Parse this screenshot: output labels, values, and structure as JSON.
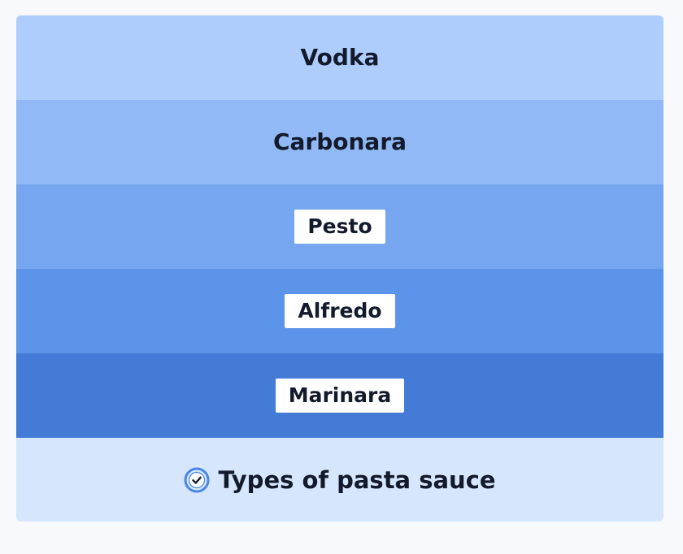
{
  "items": [
    {
      "label": "Vodka",
      "color": "#aecdfd"
    },
    {
      "label": "Carbonara",
      "color": "#90b9f5"
    },
    {
      "label": "Pesto",
      "color": "#76a6f0"
    },
    {
      "label": "Alfredo",
      "color": "#5c94ea"
    },
    {
      "label": "Marinara",
      "color": "#437bd6"
    }
  ],
  "footer": {
    "title": "Types of pasta sauce",
    "icon": "check-circle-icon",
    "accent": "#4a85e8"
  }
}
